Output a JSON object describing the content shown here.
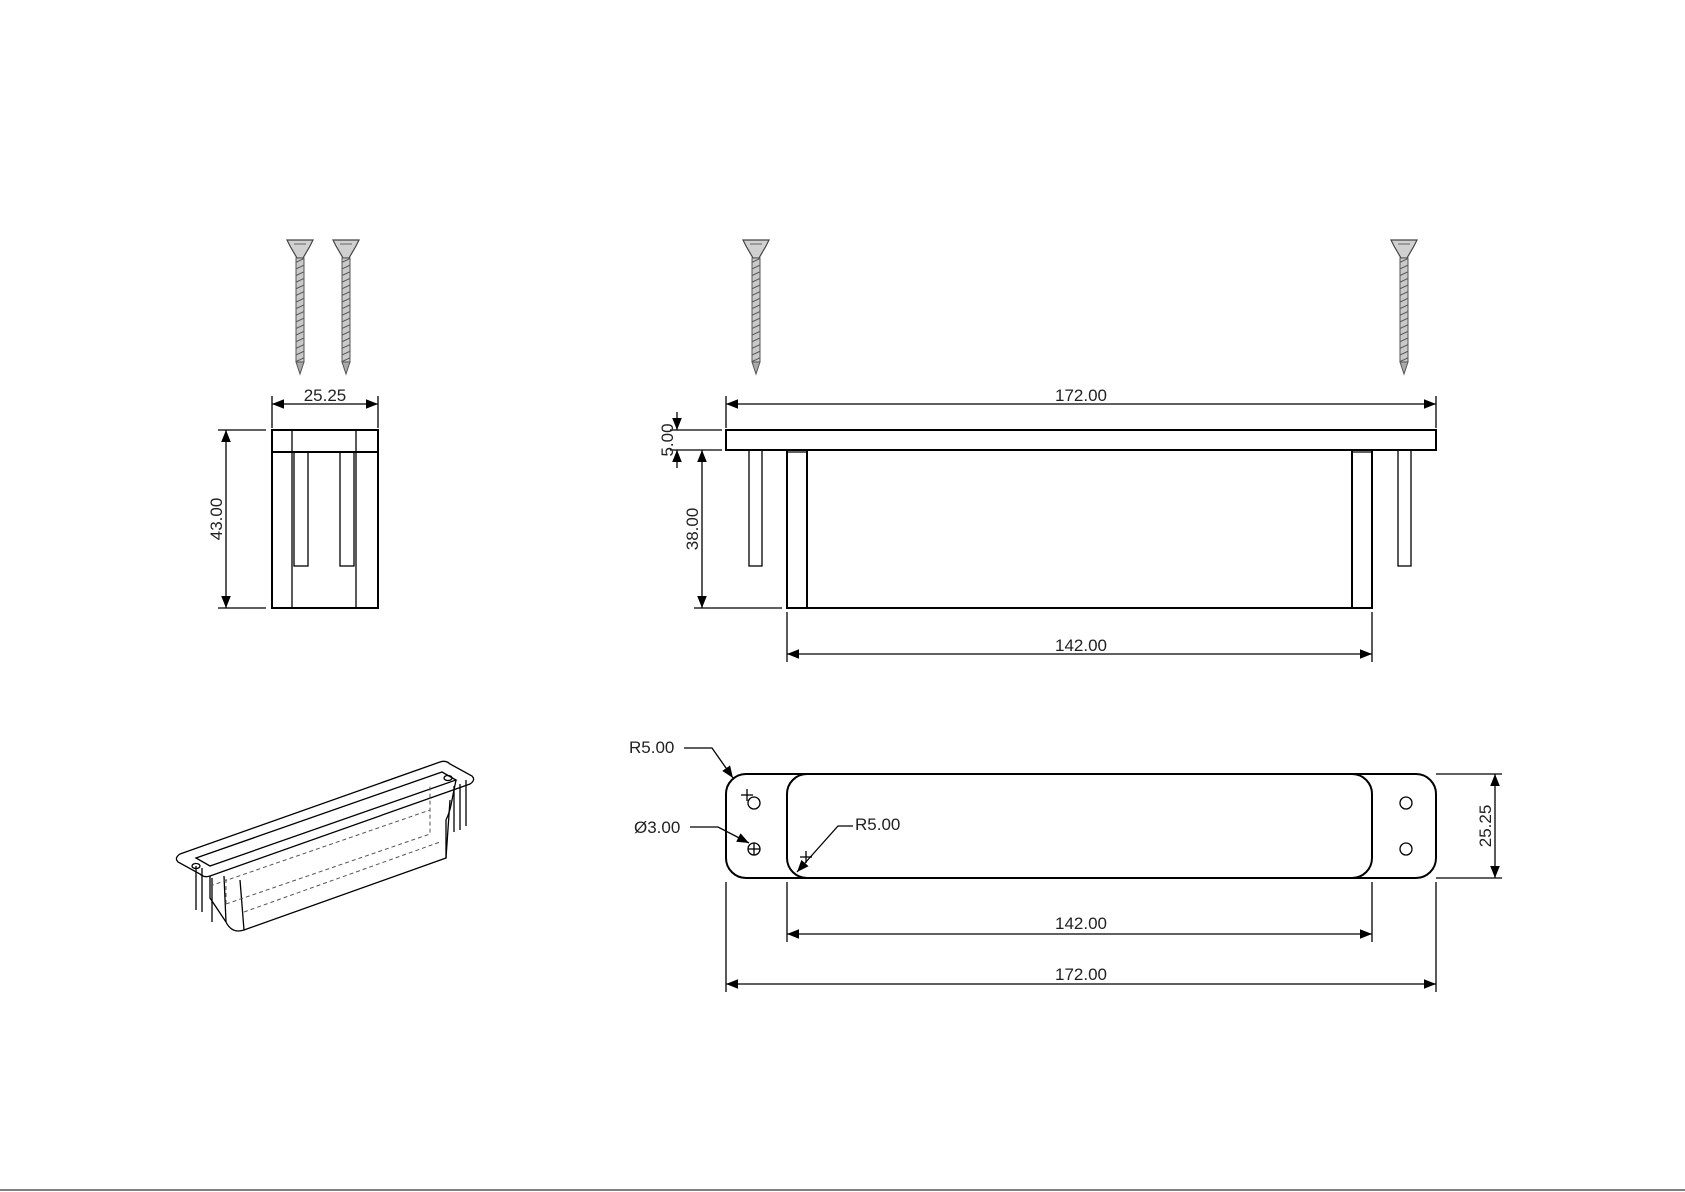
{
  "colors": {
    "line": "#000000",
    "text": "#222222",
    "screw_shaft": "#a8a8a8",
    "background": "#ffffff"
  },
  "dimensions": {
    "side_width": "25.25",
    "side_height": "43.00",
    "front_total_length": "172.00",
    "front_plate_thickness": "5.00",
    "front_leg_height": "38.00",
    "front_inner_length": "142.00",
    "top_corner_radius": "R5.00",
    "top_hole_diameter": "Ø3.00",
    "top_inner_radius": "R5.00",
    "top_width": "25.25",
    "top_inner_length": "142.00",
    "top_total_length": "172.00"
  }
}
